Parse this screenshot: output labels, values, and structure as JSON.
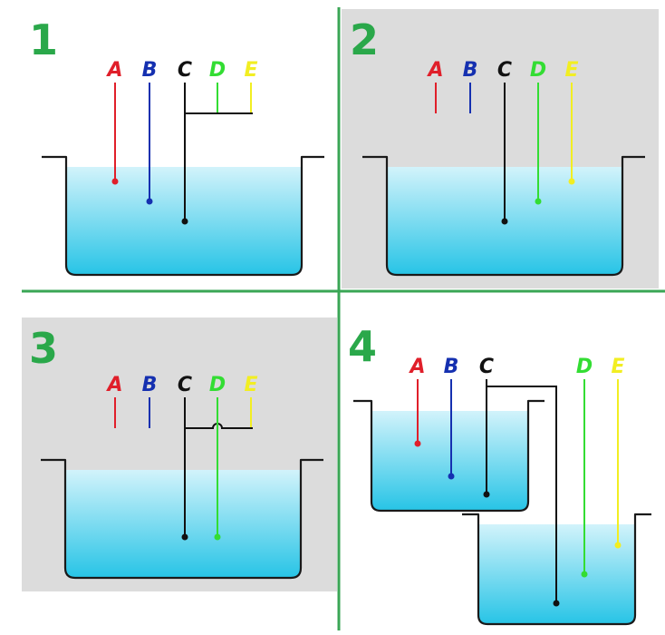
{
  "panels": [
    {
      "number": "1",
      "labels": {
        "A": "A",
        "B": "B",
        "C": "C",
        "D": "D",
        "E": "E"
      }
    },
    {
      "number": "2",
      "labels": {
        "A": "A",
        "B": "B",
        "C": "C",
        "D": "D",
        "E": "E"
      }
    },
    {
      "number": "3",
      "labels": {
        "A": "A",
        "B": "B",
        "C": "C",
        "D": "D",
        "E": "E"
      }
    },
    {
      "number": "4",
      "labels": {
        "A": "A",
        "B": "B",
        "C": "C",
        "D": "D",
        "E": "E"
      }
    }
  ],
  "colors": {
    "divider": "#3aa655",
    "panel_number": "#2aa84a",
    "grey_background": "#dcdcdc",
    "water_top": "#d2f3fb",
    "water_bottom": "#27c4e6",
    "wire_A": "#e01f2a",
    "wire_B": "#1530b0",
    "wire_C": "#111111",
    "wire_D": "#33dd33",
    "wire_E": "#f2ee22"
  }
}
